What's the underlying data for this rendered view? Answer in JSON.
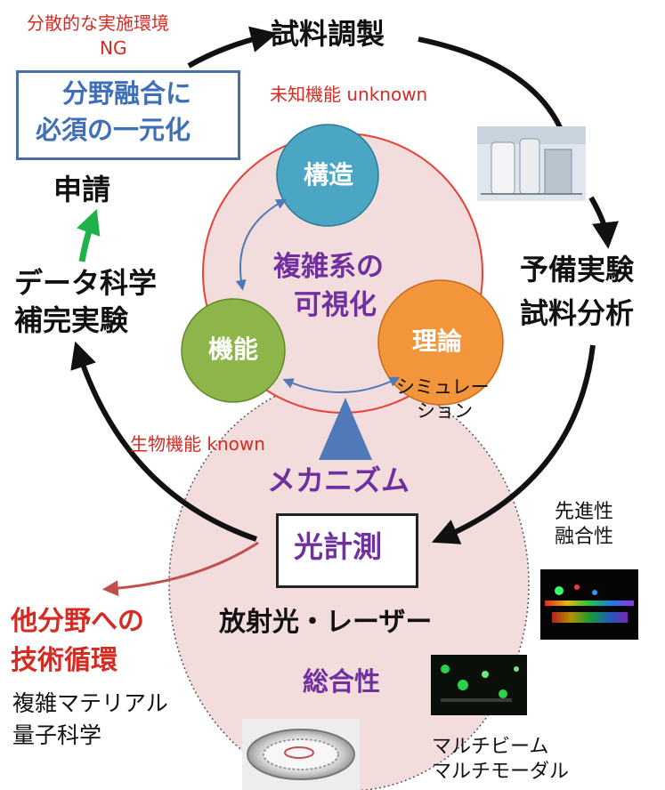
{
  "left": {
    "dispersed_note": "分散的な実施環境",
    "ng": "NG",
    "box_line1": "分野融合に",
    "box_line2": "必須の一元化",
    "apply": "申請",
    "data_line1": "データ科学",
    "data_line2": "補完実験"
  },
  "top": {
    "sample_prep": "試料調製",
    "unknown": "未知機能 unknown"
  },
  "right": {
    "prelim_line1": "予備実験",
    "prelim_line2": "試料分析",
    "advance_line1": "先進性",
    "advance_line2": "融合性",
    "multi_line1": "マルチビーム",
    "multi_line2": "マルチモーダル"
  },
  "center": {
    "structure": "構造",
    "function": "機能",
    "theory": "理論",
    "sim_line1": "シミュレー",
    "sim_line2": "ション",
    "visual_line1": "複雑系の",
    "visual_line2": "可視化",
    "bio_known": "生物機能 known",
    "mechanism": "メカニズム",
    "optical": "光計測",
    "sources": "放射光・レーザー",
    "comprehensive": "総合性"
  },
  "bottom_left": {
    "circ_line1": "他分野への",
    "circ_line2": "技術循環",
    "mat_line1": "複雑マテリアル",
    "mat_line2": "量子科学"
  },
  "colors": {
    "structure_circle": "#4aa6c3",
    "function_circle": "#8db54a",
    "theory_circle": "#f3953a",
    "pink_region": "#f3dcdc",
    "accent_red": "#d42b22",
    "accent_purple": "#7030a0",
    "triangle_blue": "#4f79b8",
    "green_arrow": "#20b24a"
  },
  "icons": [
    "lab-equipment-photo",
    "laser-spectrum-photo",
    "optical-setup-photo",
    "storage-ring-render"
  ]
}
